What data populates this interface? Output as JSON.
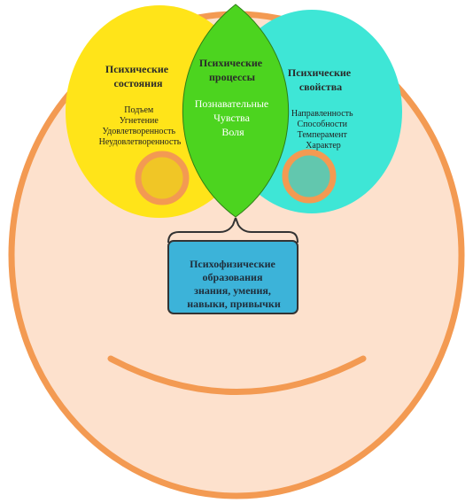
{
  "colors": {
    "face_fill": "#fde1cd",
    "face_stroke": "#f39a52",
    "states_fill": "#ffe419",
    "properties_fill": "#3ee6d6",
    "processes_fill": "#4cd41f",
    "box_fill": "#3cb3d9",
    "eye_ring": "#f39a52",
    "eye_left_fill": "#f0c626",
    "eye_right_fill": "#62c7ae"
  },
  "states": {
    "title": [
      "Психические",
      "состояния"
    ],
    "items": [
      "Подъем",
      "Угнетение",
      "Удовлетворенность",
      "Неудовлетворенность"
    ]
  },
  "processes": {
    "title": [
      "Психические",
      "процессы"
    ],
    "items": [
      "Познавательные",
      "Чувства",
      "Воля"
    ]
  },
  "properties": {
    "title": [
      "Психические",
      "свойства"
    ],
    "items": [
      "Направленность",
      "Способности",
      "Темперамент",
      "Характер"
    ]
  },
  "formations": {
    "lines": [
      "Психофизические",
      "образования",
      "знания, умения,",
      "навыки, привычки"
    ]
  }
}
